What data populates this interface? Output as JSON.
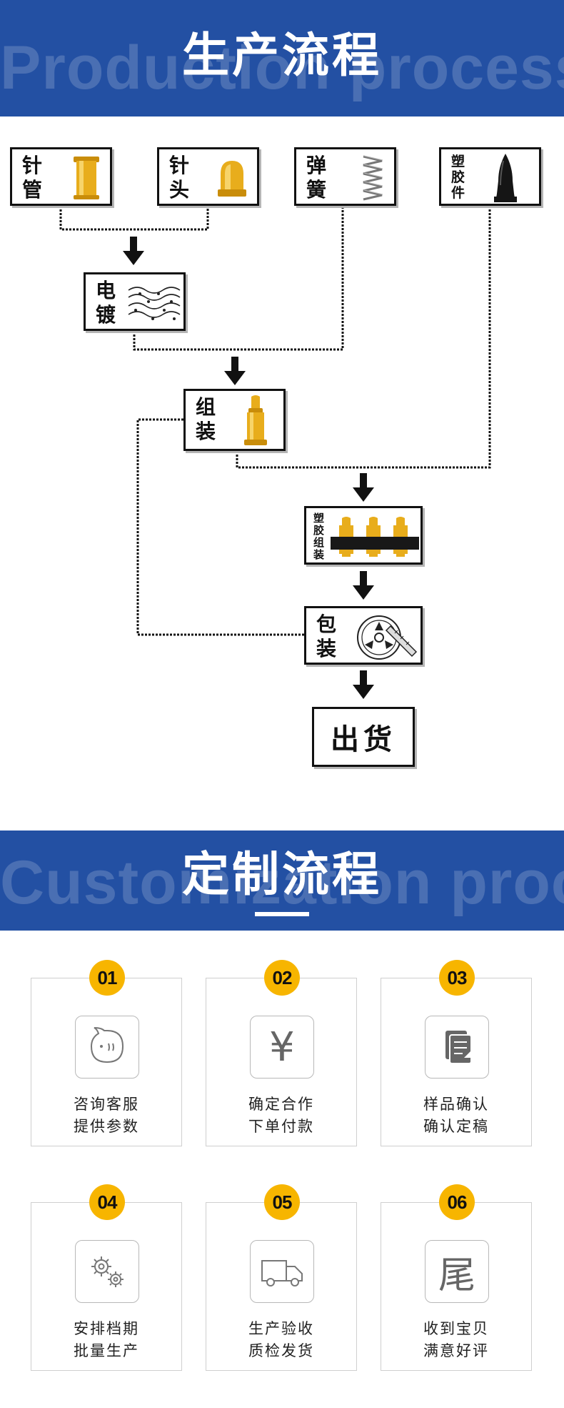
{
  "production": {
    "title": "生产流程",
    "ghost": "Production process",
    "nodes": {
      "zhenguan": "针管",
      "zhentou": "针头",
      "tanhuang": "弹簧",
      "sujiaojian": "塑胶件",
      "diandu": "电镀",
      "zuzhuang": "组装",
      "sujiao_zuzhuang": "塑胶组装",
      "baozhuang": "包装",
      "chuhuo": "出货"
    }
  },
  "customization": {
    "title": "定制流程",
    "ghost": "Customization process",
    "steps": [
      {
        "number": "01",
        "line1": "咨询客服",
        "line2": "提供参数",
        "icon": "chat-bubble-icon"
      },
      {
        "number": "02",
        "line1": "确定合作",
        "line2": "下单付款",
        "icon": "yen-icon",
        "glyph": "¥"
      },
      {
        "number": "03",
        "line1": "样品确认",
        "line2": "确认定稿",
        "icon": "document-icon"
      },
      {
        "number": "04",
        "line1": "安排档期",
        "line2": "批量生产",
        "icon": "gears-icon"
      },
      {
        "number": "05",
        "line1": "生产验收",
        "line2": "质检发货",
        "icon": "truck-icon"
      },
      {
        "number": "06",
        "line1": "收到宝贝",
        "line2": "满意好评",
        "icon": "tail-icon",
        "glyph": "尾"
      }
    ]
  },
  "colors": {
    "banner": "#2350a3",
    "badge": "#f7b500",
    "pin_gold": "#e6a817"
  }
}
